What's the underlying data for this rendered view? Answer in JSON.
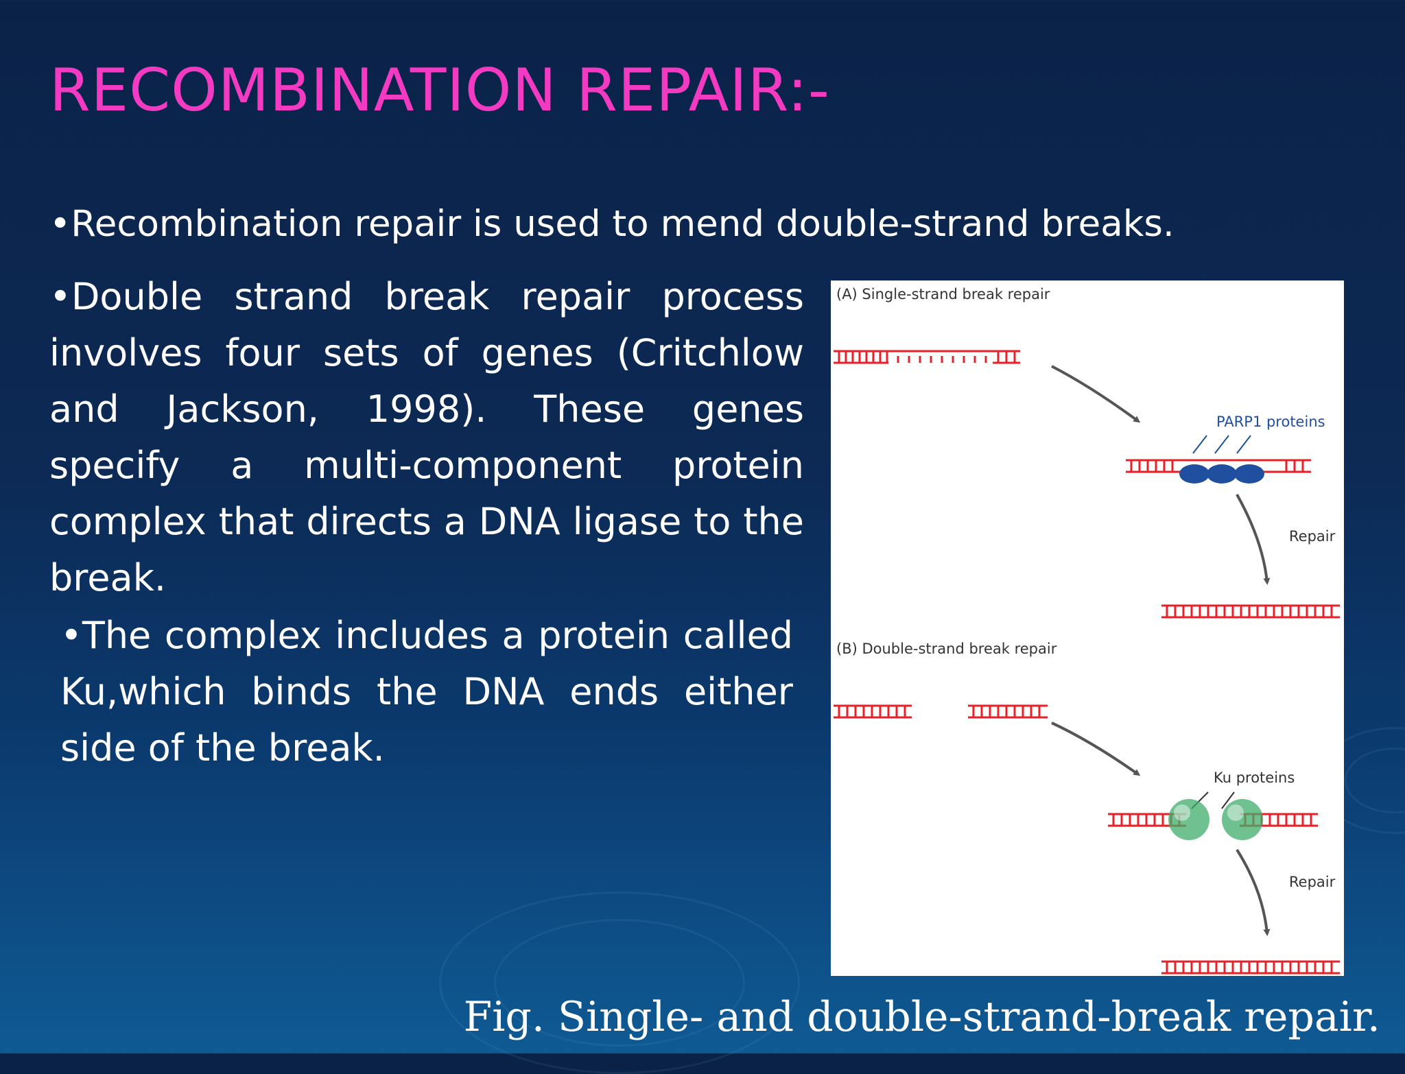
{
  "slide": {
    "title": "RECOMBINATION REPAIR:-",
    "bullets": [
      "•Recombination repair is used to mend double-strand breaks.",
      "•Double strand break repair process involves four sets of genes (Critchlow and Jackson, 1998). These genes specify a multi-component protein complex that directs a DNA ligase to the break.",
      "•The complex includes a protein called Ku,which binds the DNA ends either side of the break."
    ],
    "caption": "Fig. Single- and double-strand-break repair."
  },
  "figure": {
    "panel_a_title": "(A) Single-strand break repair",
    "panel_a_protein_label": "PARP1 proteins",
    "panel_a_repair_label": "Repair",
    "panel_b_title": "(B) Double-strand break repair",
    "panel_b_protein_label": "Ku proteins",
    "panel_b_repair_label": "Repair",
    "colors": {
      "dna": "#e8202a",
      "parp1": "#1f4f9e",
      "ku": "#3fae6a",
      "arrow": "#555555"
    }
  }
}
